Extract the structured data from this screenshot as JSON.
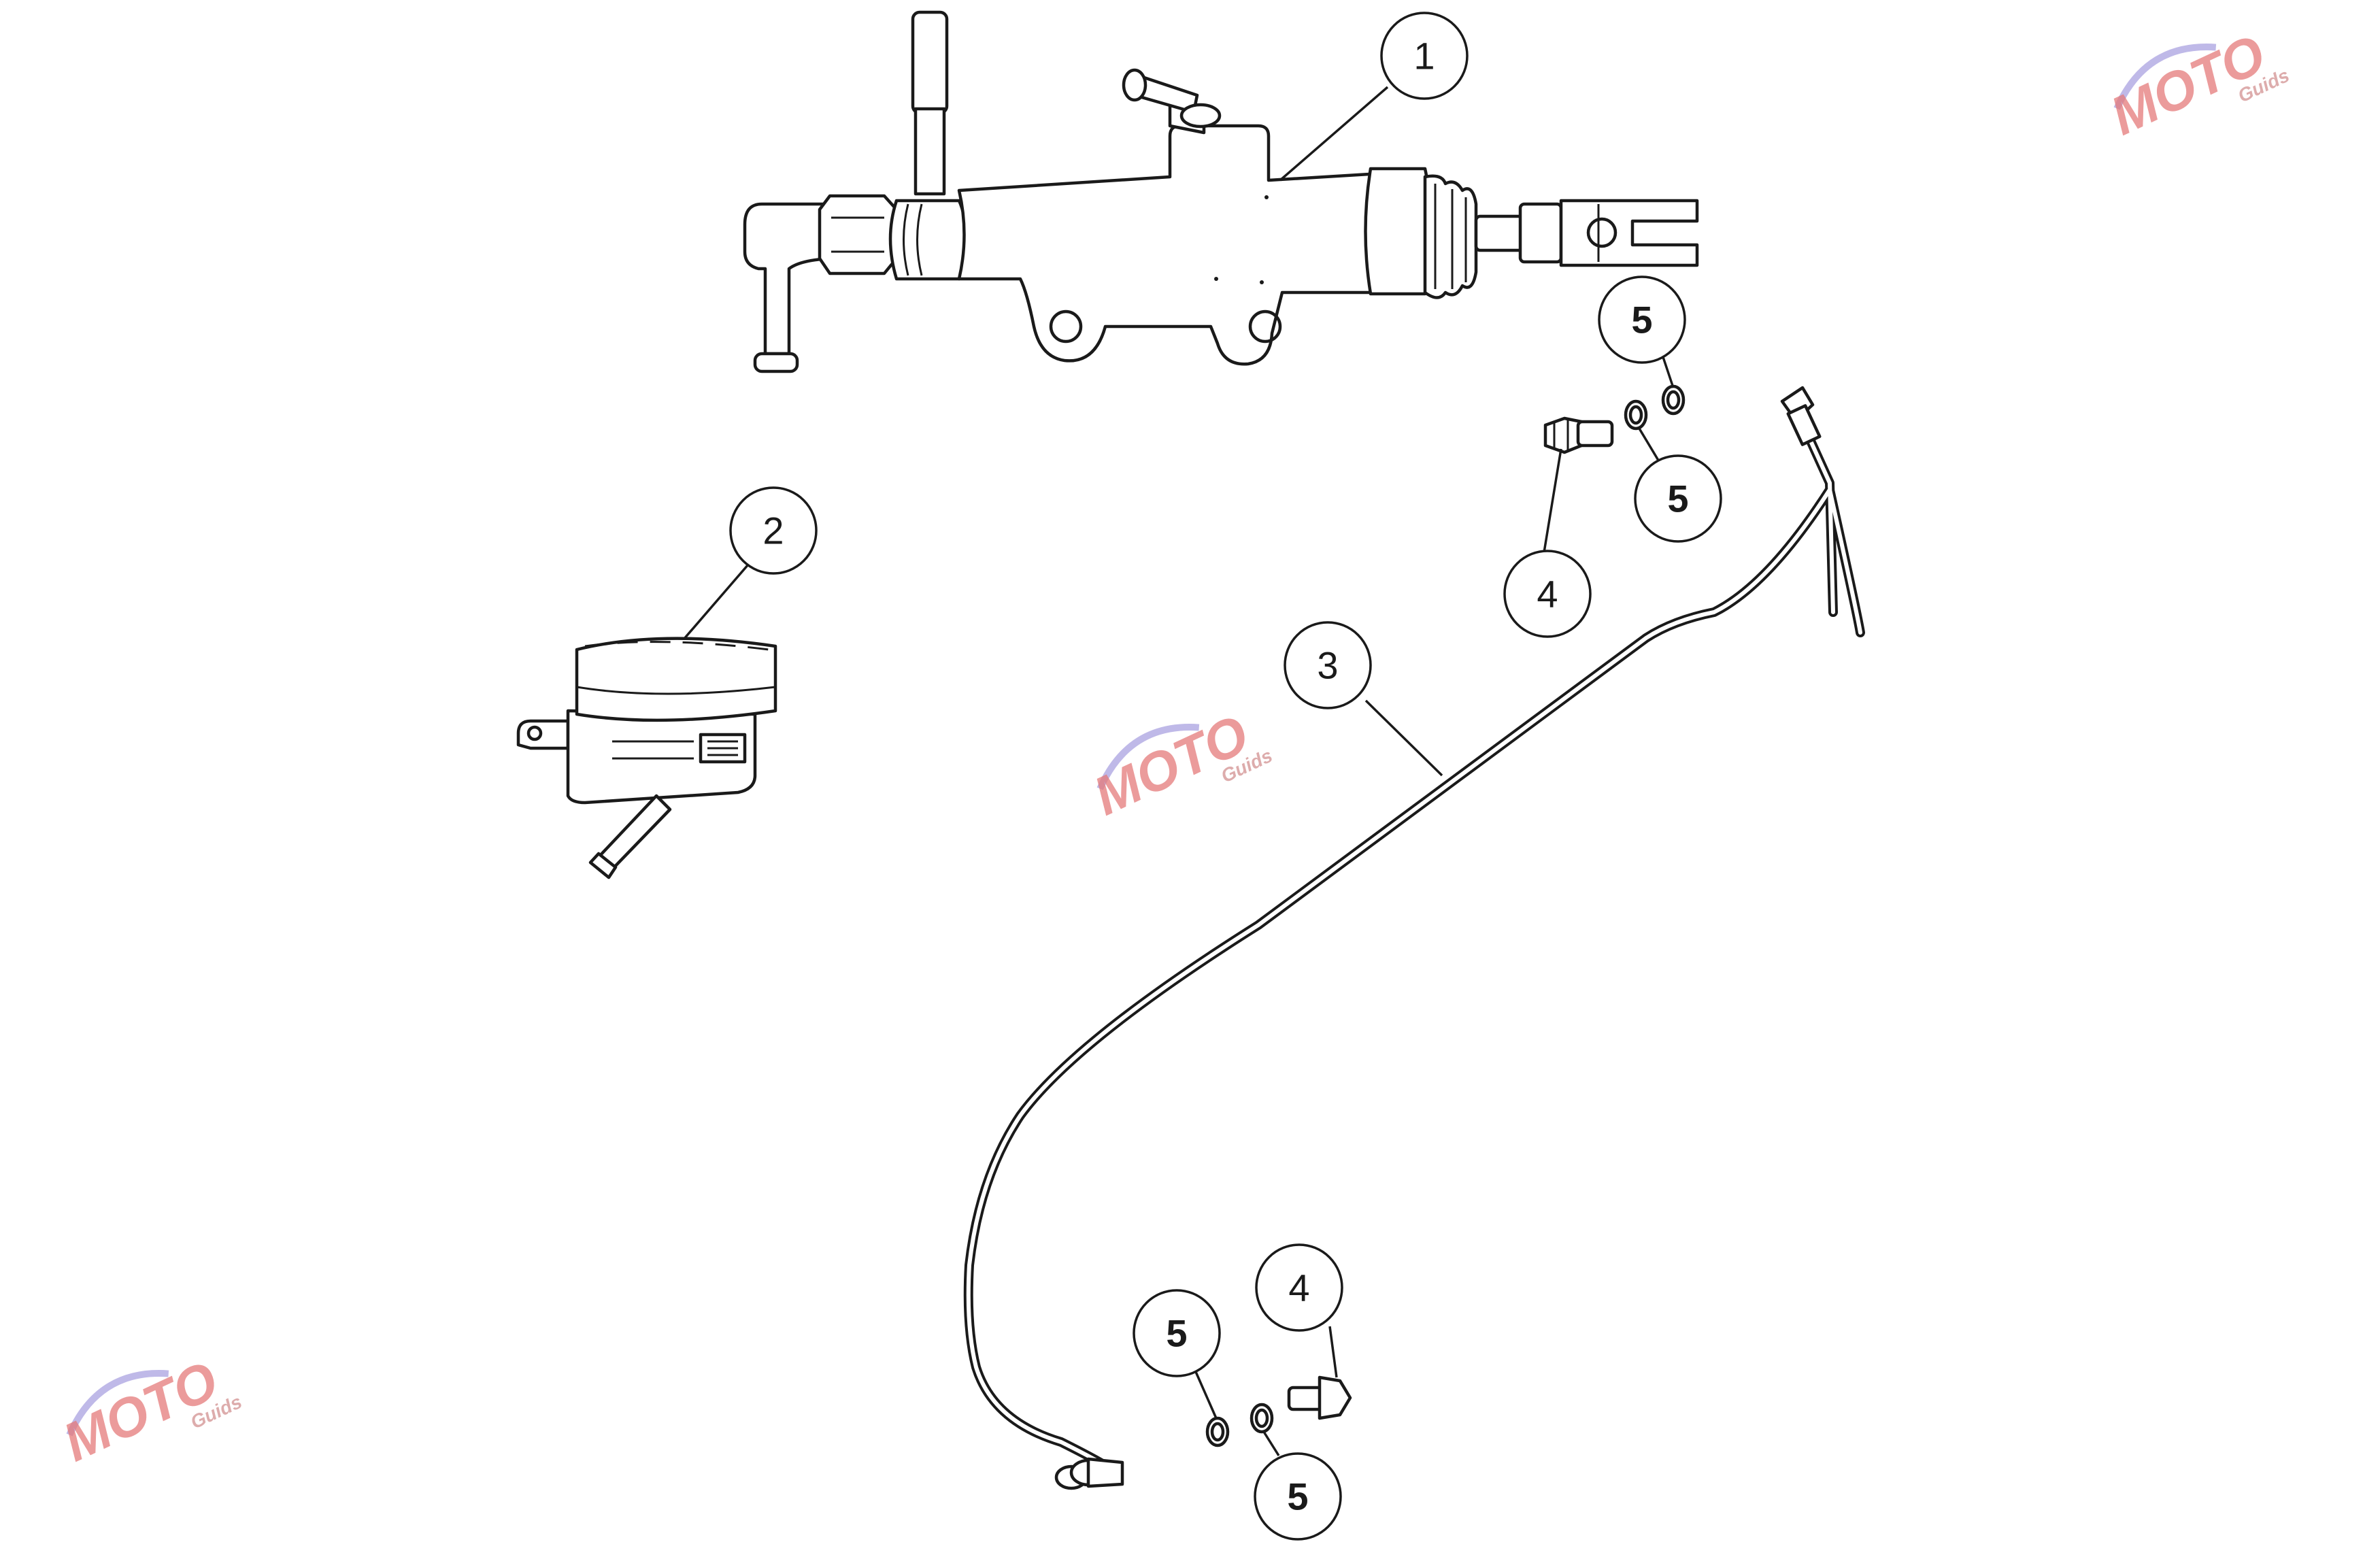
{
  "callouts": {
    "c1": "1",
    "c2": "2",
    "c3": "3",
    "c4a": "4",
    "c4b": "4",
    "c5a": "5",
    "c5b": "5",
    "c5c": "5",
    "c5d": "5"
  },
  "watermark": {
    "brand_main": "MOTO",
    "brand_sub": "Guids"
  },
  "colors": {
    "line": "#1a1a1a",
    "watermark_red": "#e57a7a",
    "watermark_purple": "#8a7fd6"
  }
}
